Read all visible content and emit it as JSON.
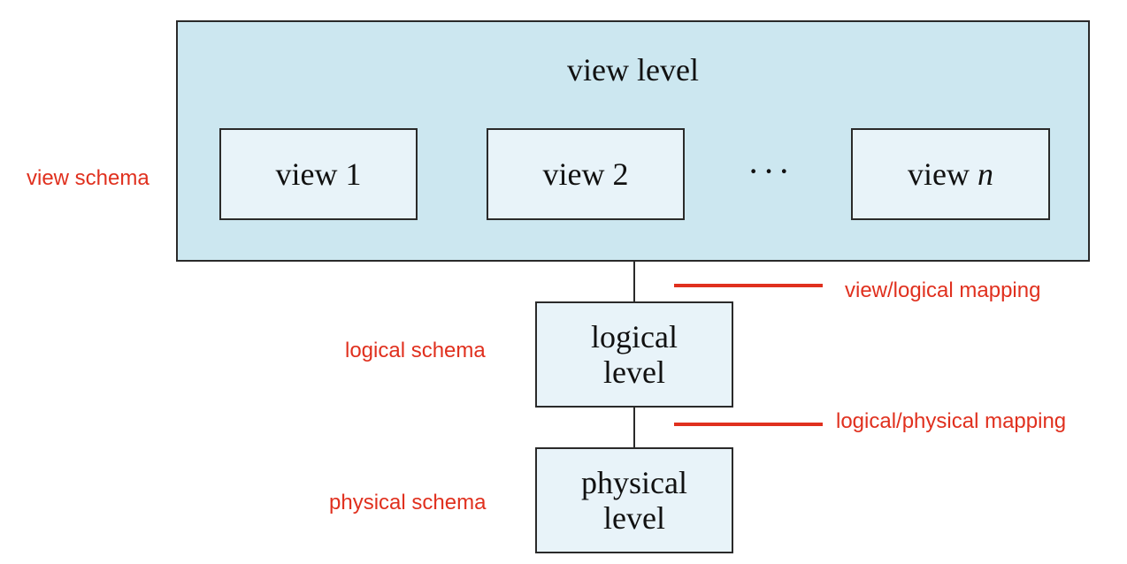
{
  "view_level": {
    "title": "view level",
    "views": [
      {
        "prefix": "view 1",
        "italic": ""
      },
      {
        "prefix": "view 2",
        "italic": ""
      },
      {
        "prefix": "view ",
        "italic": "n"
      }
    ],
    "ellipsis": "···"
  },
  "logical_level": {
    "line1": "logical",
    "line2": "level"
  },
  "physical_level": {
    "line1": "physical",
    "line2": "level"
  },
  "labels": {
    "view_schema": "view schema",
    "logical_schema": "logical schema",
    "physical_schema": "physical schema",
    "view_logical_mapping": "view/logical mapping",
    "logical_physical_mapping": "logical/physical mapping"
  },
  "colors": {
    "annotation": "#e0301e",
    "view_level_fill": "#cce7f0",
    "box_fill": "#e8f3f9"
  }
}
